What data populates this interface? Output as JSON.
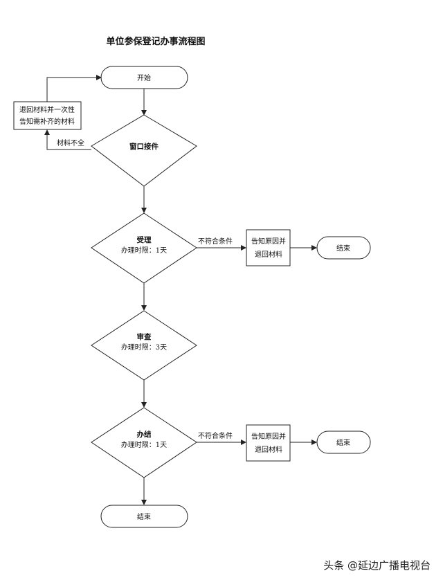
{
  "title": "单位参保登记办事流程图",
  "nodes": {
    "start": "开始",
    "return": {
      "line1": "退回材料并一次性",
      "line2": "告知需补齐的材料"
    },
    "window": "窗口接件",
    "accept": {
      "title": "受理",
      "limit": "办理时限：1天"
    },
    "review": {
      "title": "审查",
      "limit": "办理时限：3天"
    },
    "finish": {
      "title": "办结",
      "limit": "办理时限：1天"
    },
    "notify1": {
      "line1": "告知原因并",
      "line2": "退回材料"
    },
    "notify2": {
      "line1": "告知原因并",
      "line2": "退回材料"
    },
    "end1": "结束",
    "end2": "结束",
    "end3": "结束"
  },
  "edges": {
    "incomplete": "材料不全",
    "reject1": "不符合条件",
    "reject2": "不符合条件"
  },
  "watermark": "头条 @延边广播电视台"
}
